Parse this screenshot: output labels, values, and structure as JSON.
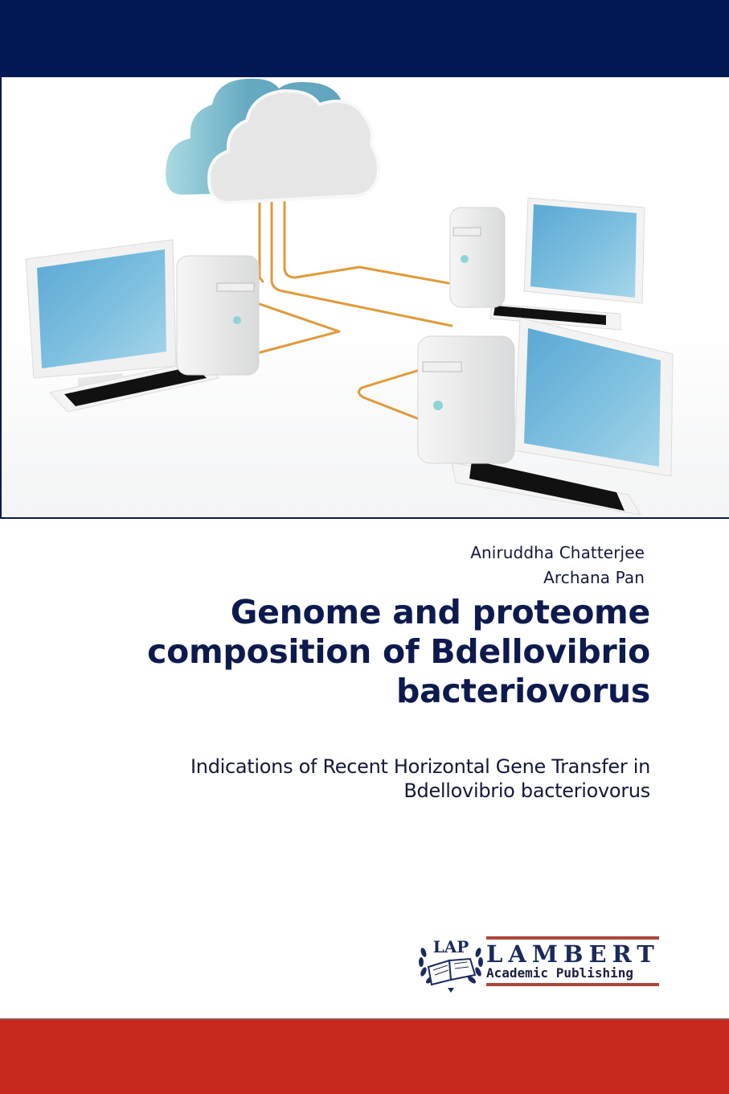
{
  "cover": {
    "colors": {
      "top_band": "#001955",
      "bottom_band": "#c8291e",
      "title_text": "#0d1a4e",
      "frame_border": "#0a1a4a"
    },
    "illustration": {
      "description": "3D cloud connected by orange cables to three desktop computers",
      "elements": [
        "cloud-icon",
        "desktop-computer-icon",
        "desktop-computer-icon",
        "desktop-computer-icon",
        "network-cable"
      ]
    },
    "authors": [
      "Aniruddha Chatterjee",
      "Archana Pan"
    ],
    "title": "Genome and proteome composition of Bdellovibrio bacteriovorus",
    "title_lines": [
      "Genome and proteome",
      "composition of Bdellovibrio",
      "bacteriovorus"
    ],
    "subtitle_lines": [
      "Indications of Recent Horizontal Gene Transfer in",
      "Bdellovibrio bacteriovorus"
    ],
    "publisher": {
      "emblem_text": "LAP",
      "name": "LAMBERT",
      "tagline": "Academic Publishing"
    }
  }
}
